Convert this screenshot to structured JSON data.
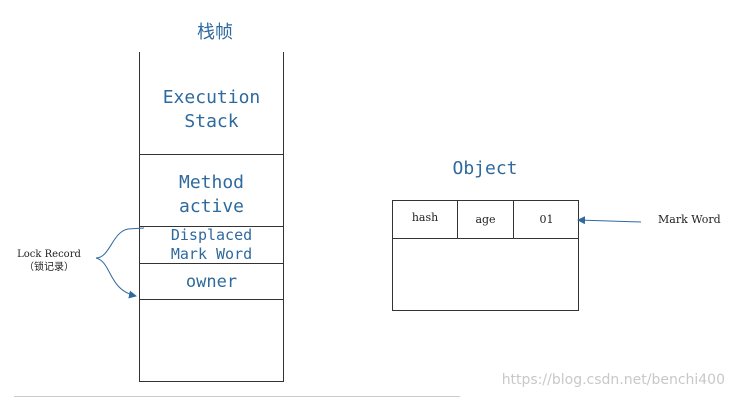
{
  "stack": {
    "title": "栈帧",
    "sections": [
      "Execution\nStack",
      "Method\nactive",
      "Displaced\nMark Word",
      "owner"
    ]
  },
  "lock_record": {
    "label_line1": "Lock Record",
    "label_line2": "（锁记录）"
  },
  "object": {
    "title": "Object",
    "cells": [
      "hash",
      "age",
      "01"
    ],
    "pointer_label": "Mark Word"
  },
  "colors": {
    "text_blue": "#2e6a9e",
    "border": "#333333",
    "arrow": "#2e6a9e"
  },
  "watermark": "https://blog.csdn.net/benchi400"
}
